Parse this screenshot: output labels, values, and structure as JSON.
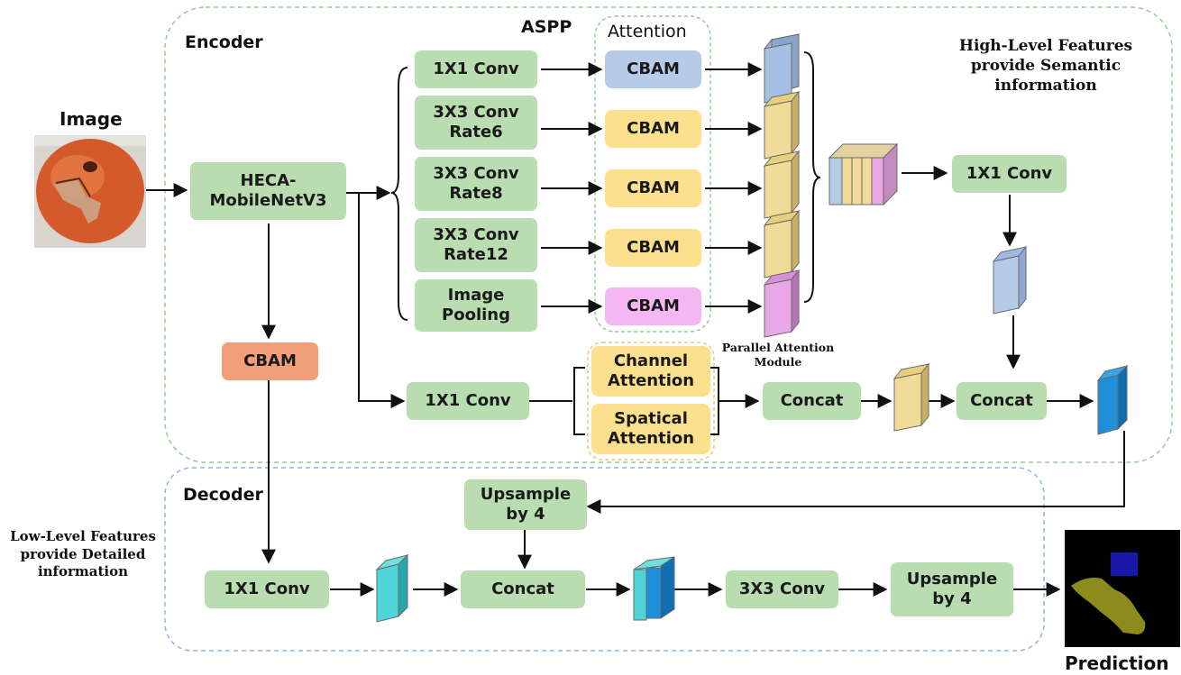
{
  "encoder": {
    "title": "Encoder",
    "aspp": "ASPP",
    "attention": "Attention"
  },
  "decoder": {
    "title": "Decoder"
  },
  "image_label": "Image",
  "prediction_label": "Prediction",
  "backbone": {
    "line1": "HECA-",
    "line2": "MobileNetV3"
  },
  "cbam_low": "CBAM",
  "aspp_branches": [
    {
      "line1": "1X1 Conv",
      "line2": ""
    },
    {
      "line1": "3X3 Conv",
      "line2": "Rate6"
    },
    {
      "line1": "3X3 Conv",
      "line2": "Rate8"
    },
    {
      "line1": "3X3 Conv",
      "line2": "Rate12"
    },
    {
      "line1": "Image",
      "line2": "Pooling"
    }
  ],
  "cbam_branches": [
    "CBAM",
    "CBAM",
    "CBAM",
    "CBAM",
    "CBAM"
  ],
  "high_level_text": {
    "line1": "High-Level Features",
    "line2": "provide Semantic",
    "line3": "information"
  },
  "low_level_text": {
    "line1": "Low-Level Features",
    "line2": "provide Detailed",
    "line3": "information"
  },
  "encoder_conv": "1X1 Conv",
  "branch_conv": "1X1 Conv",
  "channel_attention": {
    "line1": "Channel",
    "line2": "Attention"
  },
  "spatial_attention": {
    "line1": "Spatical",
    "line2": "Attention"
  },
  "pam": {
    "line1": "Parallel Attention",
    "line2": "Module"
  },
  "concat_pam": "Concat",
  "concat_encoder": "Concat",
  "upsample_top": {
    "line1": "Upsample",
    "line2": "by 4"
  },
  "dec_conv1": "1X1 Conv",
  "dec_concat": "Concat",
  "dec_conv3": "3X3 Conv",
  "upsample_bottom": {
    "line1": "Upsample",
    "line2": "by 4"
  },
  "colors": {
    "green_box": "#b9ddb0",
    "yellow_box": "#fde08d",
    "blue_box": "#b5cbe8",
    "pink_box": "#f4b7f1",
    "orange_box": "#f09f78",
    "dash": "#9cc79a",
    "dash_blue": "#8fb6e0"
  }
}
